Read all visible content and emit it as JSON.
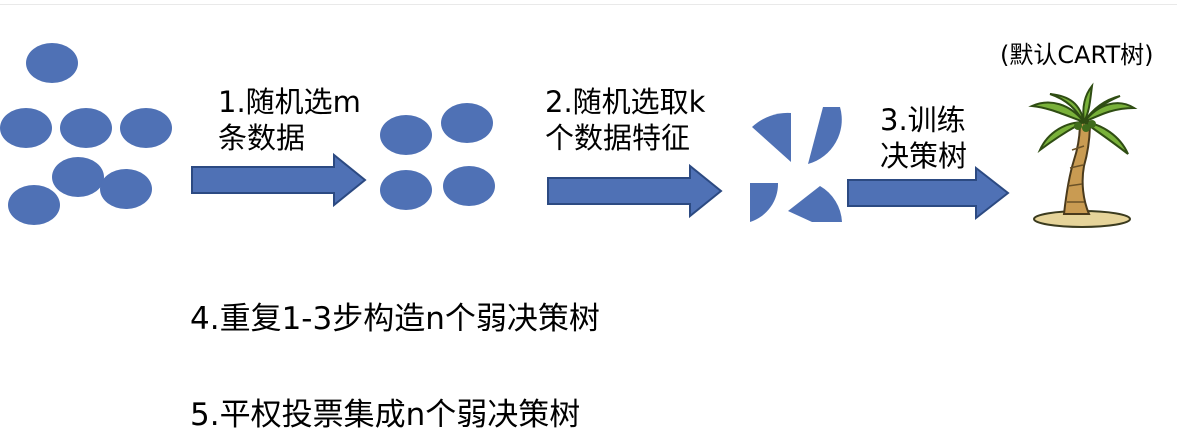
{
  "steps": {
    "step1": "1.随机选m\n条数据",
    "step2": "2.随机选取k\n个数据特征",
    "step3": "3.训练\n决策树",
    "step4": "4.重复1-3步构造n个弱决策树",
    "step5": "5.平权投票集成n个弱决策树"
  },
  "note": "(默认CART树)",
  "icons": {
    "dots": "data-points-icon",
    "sample": "sampled-points-icon",
    "features": "feature-pieces-icon",
    "tree": "palm-tree-icon",
    "arrow": "right-arrow-icon"
  },
  "colors": {
    "dot_fill": "#4f71b5",
    "arrow_fill": "#4f71b5",
    "arrow_stroke": "#2c4a82"
  }
}
